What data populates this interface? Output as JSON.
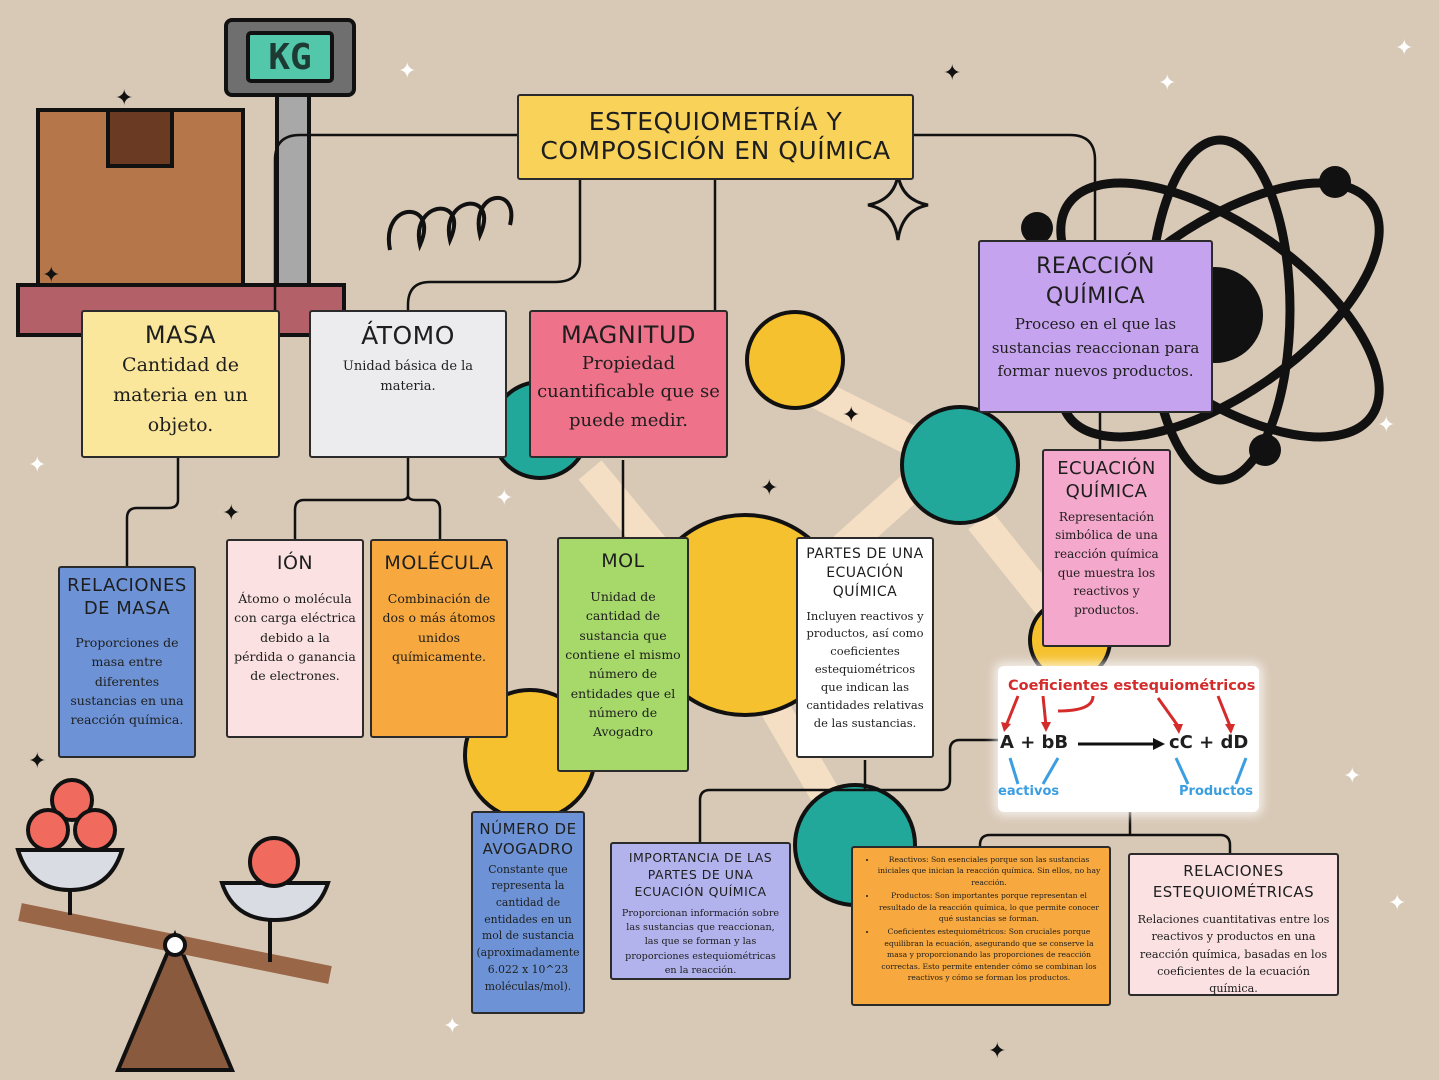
{
  "main_title": "ESTEQUIOMETRÍA Y\nCOMPOSICIÓN EN QUÍMICA",
  "scale_label": "KG",
  "nodes": {
    "masa": {
      "title": "MASA",
      "desc": "Cantidad de materia en un objeto."
    },
    "atomo": {
      "title": "ÁTOMO",
      "desc": "Unidad básica de la materia."
    },
    "magnitud": {
      "title": "MAGNITUD",
      "desc": "Propiedad cuantificable que se puede medir."
    },
    "reaccion": {
      "title": "REACCIÓN QUÍMICA",
      "desc": "Proceso en el que las sustancias reaccionan para formar nuevos productos."
    },
    "ecuacion": {
      "title": "ECUACIÓN QUÍMICA",
      "desc": "Representación simbólica de una reacción química que muestra los reactivos y productos."
    },
    "relaciones_masa": {
      "title": "RELACIONES DE MASA",
      "desc": "Proporciones de masa entre diferentes sustancias en una reacción química."
    },
    "ion": {
      "title": "IÓN",
      "desc": "Átomo o molécula con carga eléctrica debido a la pérdida o ganancia de electrones."
    },
    "molecula": {
      "title": "MOLÉCULA",
      "desc": "Combinación de dos o más átomos unidos químicamente."
    },
    "mol": {
      "title": "MOL",
      "desc": "Unidad de cantidad de sustancia que contiene el mismo número de entidades que el número de Avogadro"
    },
    "partes": {
      "title": "PARTES DE UNA ECUACIÓN QUÍMICA",
      "desc": "Incluyen reactivos y productos, así como coeficientes estequiométricos que indican las cantidades relativas de las sustancias."
    },
    "avogadro": {
      "title": "NÚMERO DE AVOGADRO",
      "desc": "Constante que representa la cantidad de entidades en un mol de sustancia (aproximadamente 6.022 x 10^23 moléculas/mol)."
    },
    "importancia": {
      "title": "IMPORTANCIA DE LAS PARTES DE UNA ECUACIÓN QUÍMICA",
      "desc": "Proporcionan información sobre las sustancias que reaccionan, las que se forman y las proporciones estequiométricas en la reacción."
    },
    "detalles": [
      "Reactivos: Son esenciales porque son las sustancias iniciales que inician la reacción química. Sin ellos, no hay reacción.",
      "Productos: Son importantes porque representan el resultado de la reacción química, lo que permite conocer qué sustancias se forman.",
      "Coeficientes estequiométricos: Son cruciales porque equilibran la ecuación, asegurando que se conserve la masa y proporcionando las proporciones de reacción correctas. Esto permite entender cómo se combinan los reactivos y cómo se forman los productos."
    ],
    "relaciones_esteq": {
      "title": "RELACIONES ESTEQUIOMÉTRICAS",
      "desc": "Relaciones cuantitativas entre los reactivos y productos en una reacción química, basadas en los coeficientes de la ecuación química."
    }
  },
  "coef_image": {
    "heading": "Coeficientes estequiométricos",
    "eq_left": "A + bB",
    "eq_right": "cC + dD",
    "label_left": "eactivos",
    "label_right": "Productos"
  },
  "colors": {
    "background": "#d8c8b6",
    "yellow": "#fbe79b",
    "title_yellow": "#f9d25a",
    "grey": "#ececee",
    "pink_red": "#ee7289",
    "lavender": "#c6a3ef",
    "pink": "#f4a8cb",
    "blue": "#6d93d6",
    "light_pink": "#fbe1e1",
    "orange": "#f7a83e",
    "green": "#a6d96a",
    "white": "#ffffff",
    "periwinkle": "#b2b3ec"
  }
}
